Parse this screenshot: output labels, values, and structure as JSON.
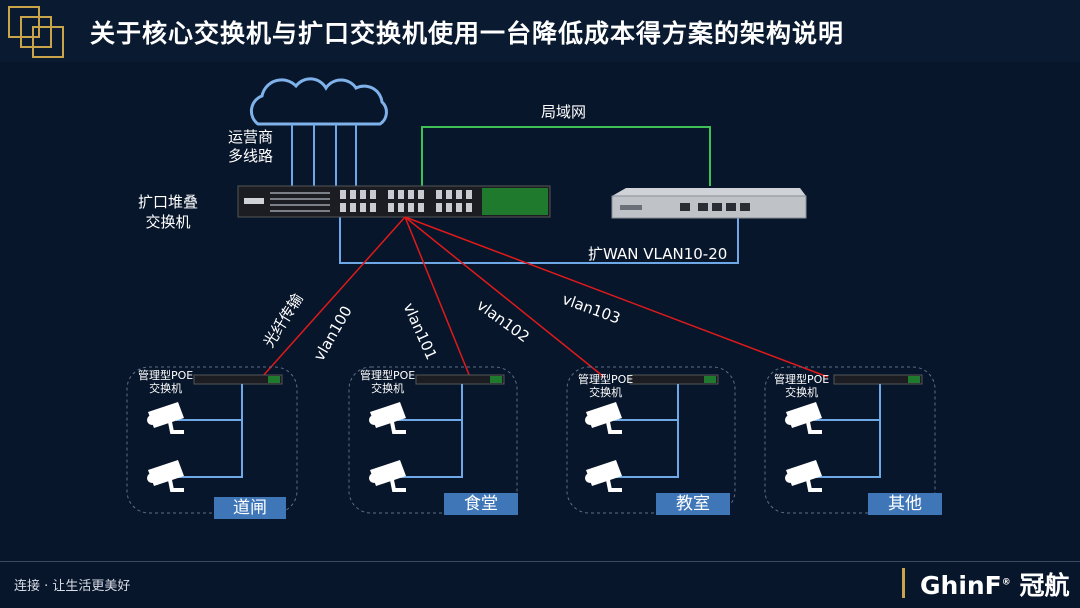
{
  "title": "关于核心交换机与扩口交换机使用一台降低成本得方案的架构说明",
  "labels": {
    "isp": "运营商\n多线路",
    "lan": "局域网",
    "stack_switch": "扩口堆叠\n交换机",
    "wan": "扩WAN VLAN10-20",
    "fiber": "光纤传输"
  },
  "vlans": [
    "vlan100",
    "vlan101",
    "vlan102",
    "vlan103"
  ],
  "groups": [
    {
      "switch_label": "管理型POE\n交换机",
      "area": "道闸"
    },
    {
      "switch_label": "管理型POE\n交换机",
      "area": "食堂"
    },
    {
      "switch_label": "管理型POE\n交换机",
      "area": "教室"
    },
    {
      "switch_label": "管理型POE\n交换机",
      "area": "其他"
    }
  ],
  "footer": "连接 · 让生活更美好",
  "brand": {
    "name": "GhinF",
    "cn": "冠航",
    "mark": "®"
  },
  "colors": {
    "background": "#08162b",
    "accent": "#c9a44b",
    "link_blue": "#6fa8e6",
    "link_green": "#3fbf55",
    "link_red": "#e01a1a",
    "tag_blue": "#3e76b8"
  }
}
